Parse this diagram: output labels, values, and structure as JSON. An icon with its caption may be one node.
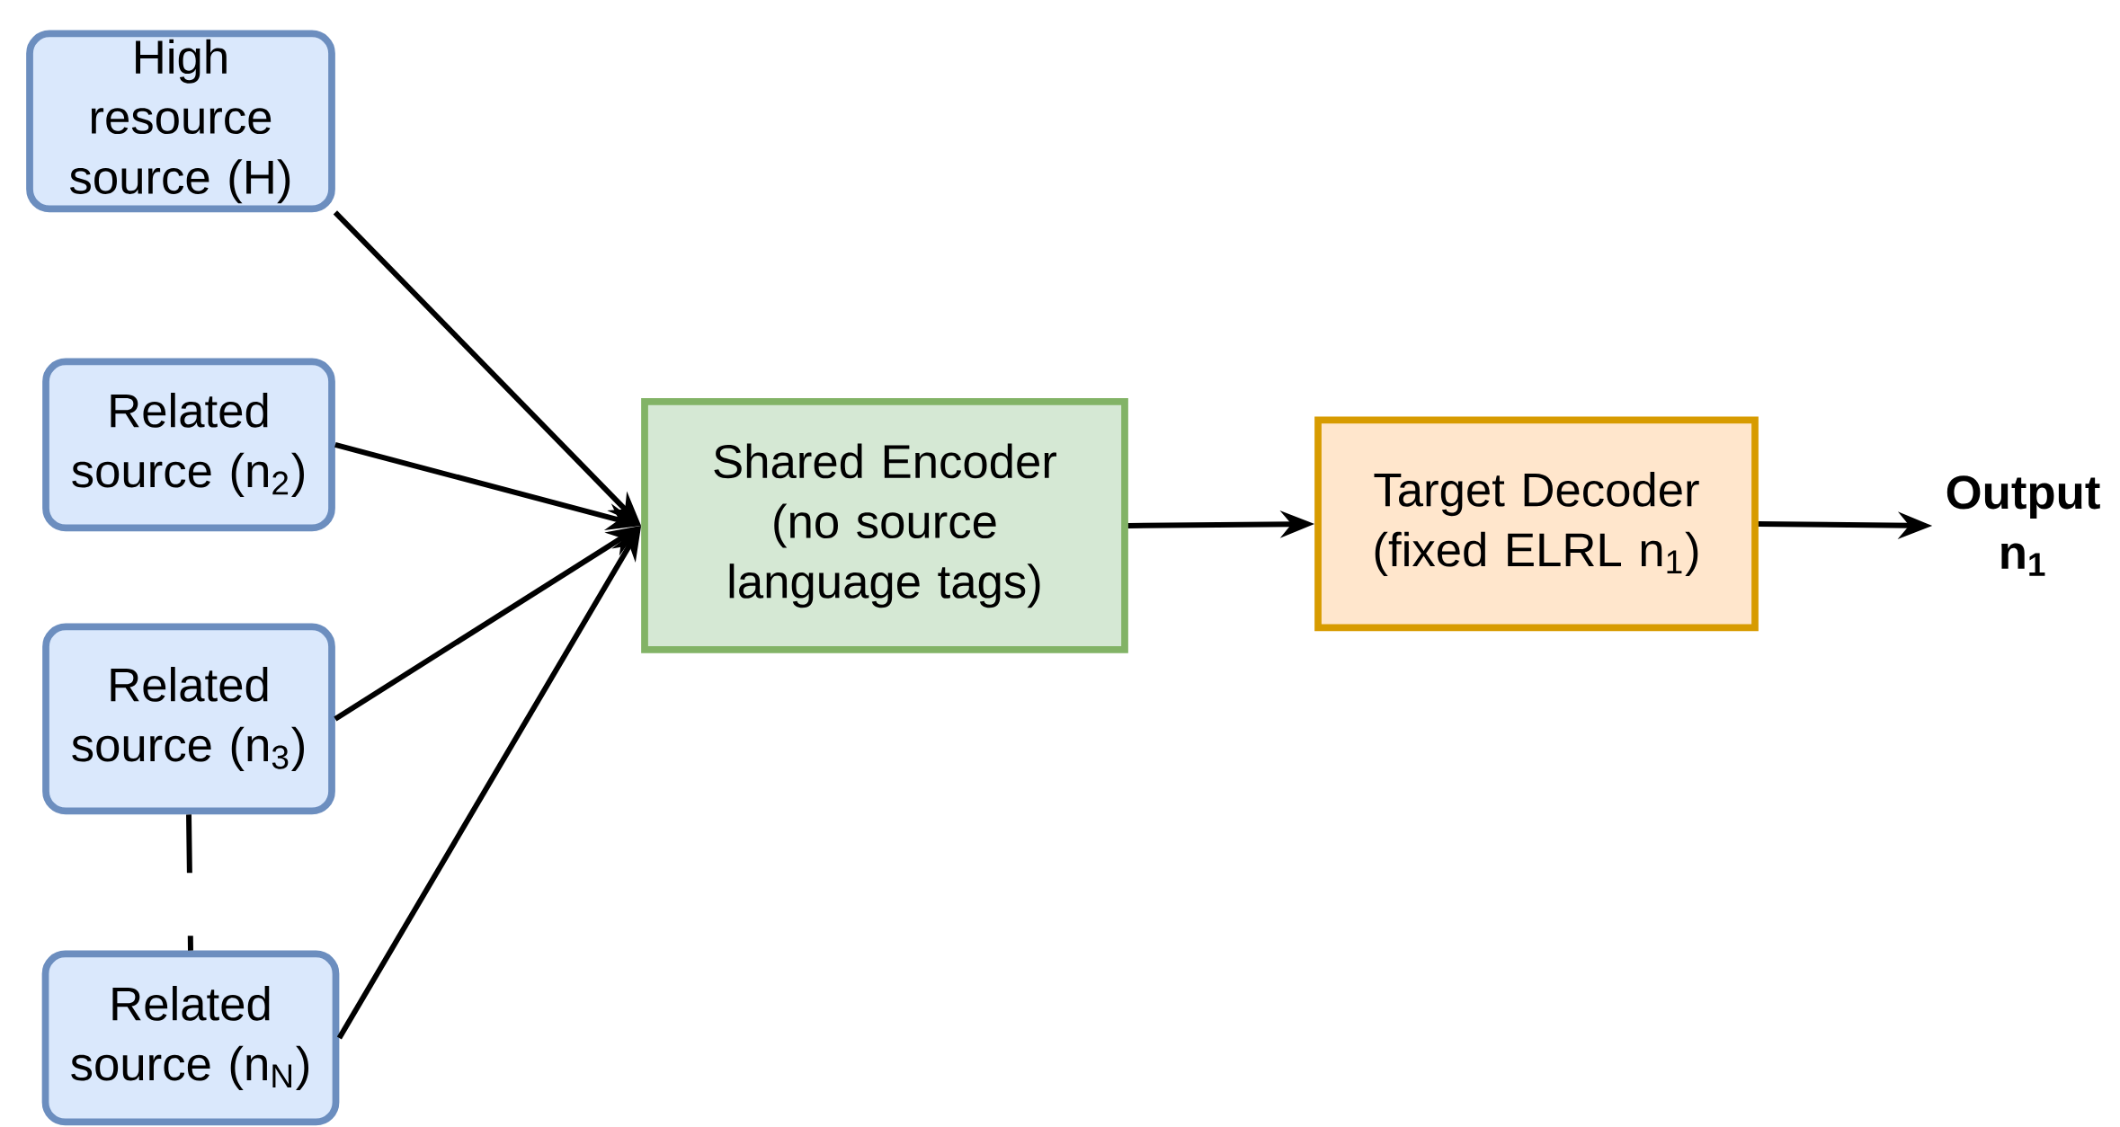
{
  "diagram": {
    "nodes": [
      {
        "text": [
          "High resource source (H)"
        ]
      },
      {
        "text": [
          "Related source (n$_{2}$)"
        ]
      },
      {
        "text": [
          "Related source (n$_{3}$)"
        ]
      },
      {
        "text": [
          "Related source (n$_{N}$)"
        ]
      },
      {
        "text": [
          "Shared Encoder (no source language tags)"
        ]
      },
      {
        "text": [
          "Target Decoder (fixed ELRL n$_{1}$)"
        ]
      },
      {
        "text": [
          "Output n$_{1}$"
        ]
      }
    ],
    "edges": [
      {
        "from": 0,
        "to": 4,
        "arrow": "to"
      },
      {
        "from": 1,
        "to": 4,
        "arrow": "to"
      },
      {
        "from": 2,
        "to": 4,
        "arrow": "to"
      },
      {
        "from": 3,
        "to": 4,
        "arrow": "to"
      },
      {
        "from": 2,
        "to": 3,
        "arrow": "none",
        "style": "dashed"
      },
      {
        "from": 4,
        "to": 5,
        "arrow": "to"
      },
      {
        "from": 5,
        "to": 6,
        "arrow": "to"
      }
    ]
  }
}
